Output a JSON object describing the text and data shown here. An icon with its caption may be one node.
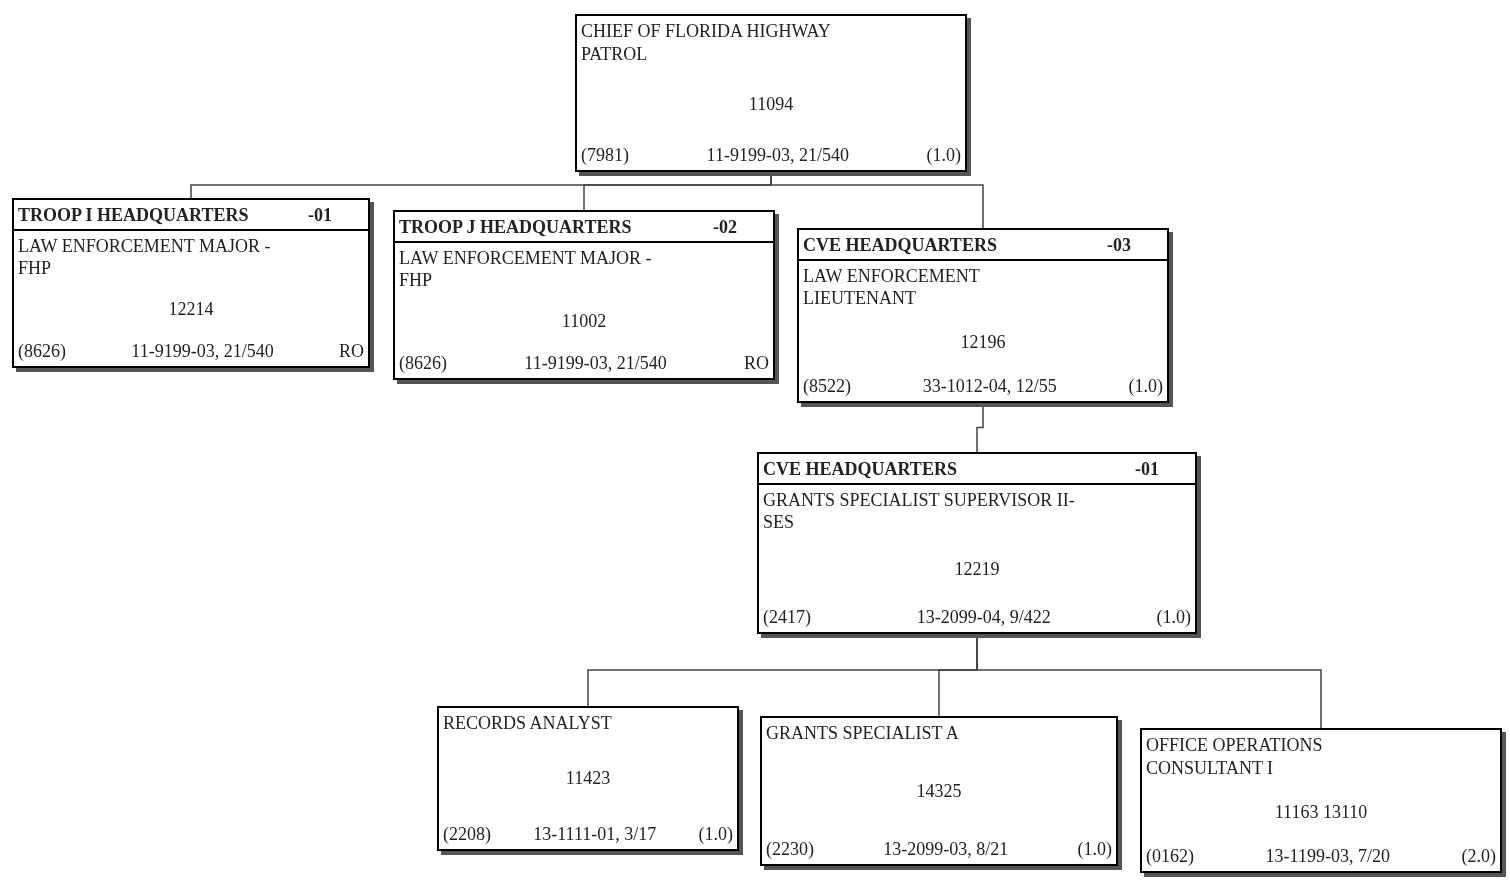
{
  "diagram": {
    "nodes": [
      {
        "text": [
          "CHIEF OF FLORIDA HIGHWAY PATROL",
          "11094",
          "(7981)",
          "11-9199-03, 21/540",
          "(1.0)"
        ]
      },
      {
        "text": [
          "TROOP I HEADQUARTERS",
          "-01",
          "LAW ENFORCEMENT MAJOR - FHP",
          "12214",
          "(8626)",
          "11-9199-03, 21/540",
          "RO"
        ]
      },
      {
        "text": [
          "TROOP J HEADQUARTERS",
          "-02",
          "LAW ENFORCEMENT MAJOR - FHP",
          "11002",
          "(8626)",
          "11-9199-03, 21/540",
          "RO"
        ]
      },
      {
        "text": [
          "CVE HEADQUARTERS",
          "-03",
          "LAW ENFORCEMENT LIEUTENANT",
          "12196",
          "(8522)",
          "33-1012-04, 12/55",
          "(1.0)"
        ]
      },
      {
        "text": [
          "CVE HEADQUARTERS",
          "-01",
          "GRANTS SPECIALIST SUPERVISOR II-SES",
          "12219",
          "(2417)",
          "13-2099-04, 9/422",
          "(1.0)"
        ]
      },
      {
        "text": [
          "RECORDS ANALYST",
          "11423",
          "(2208)",
          "13-1111-01, 3/17",
          "(1.0)"
        ]
      },
      {
        "text": [
          "GRANTS SPECIALIST A",
          "14325",
          "(2230)",
          "13-2099-03, 8/21",
          "(1.0)"
        ]
      },
      {
        "text": [
          "OFFICE OPERATIONS CONSULTANT I",
          "11163 13110",
          "(0162)",
          "13-1199-03, 7/20",
          "(2.0)"
        ]
      }
    ],
    "edges": [
      {
        "from": 0,
        "to": 1,
        "arrow": "none"
      },
      {
        "from": 0,
        "to": 2,
        "arrow": "none"
      },
      {
        "from": 0,
        "to": 3,
        "arrow": "none"
      },
      {
        "from": 3,
        "to": 4,
        "arrow": "none"
      },
      {
        "from": 4,
        "to": 5,
        "arrow": "none"
      },
      {
        "from": 4,
        "to": 6,
        "arrow": "none"
      },
      {
        "from": 4,
        "to": 7,
        "arrow": "none"
      }
    ]
  }
}
